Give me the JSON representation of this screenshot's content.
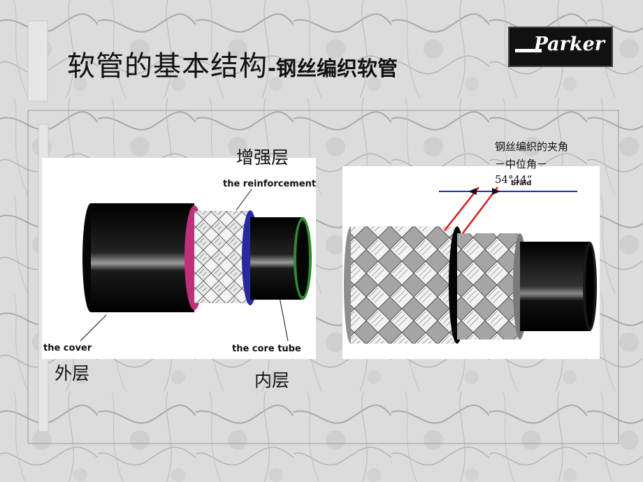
{
  "title": {
    "main": "软管的基本结构",
    "sub": "-钢丝编织软管"
  },
  "logo": {
    "text": "Parker"
  },
  "left_figure": {
    "labels_cn": {
      "reinforcement": "增强层",
      "cover": "外层",
      "core": "内层"
    },
    "labels_en": {
      "reinforcement": "the reinforcement",
      "cover": "the cover",
      "core": "the core tube"
    }
  },
  "right_figure": {
    "note_line1": "钢丝编织的夹角",
    "note_line2": "－中位角－",
    "angle_text": "54°44“",
    "angle_sub": "braid"
  },
  "colors": {
    "hose_black": "#0a0a0a",
    "braid_grey": "#9a9a9a",
    "angle_line": "#e01818",
    "axis_line": "#1a2fb8",
    "reinforcement_edge": "#c0307a",
    "core_edge_blue": "#2a2aa0",
    "core_edge_green": "#2e8b2e"
  }
}
